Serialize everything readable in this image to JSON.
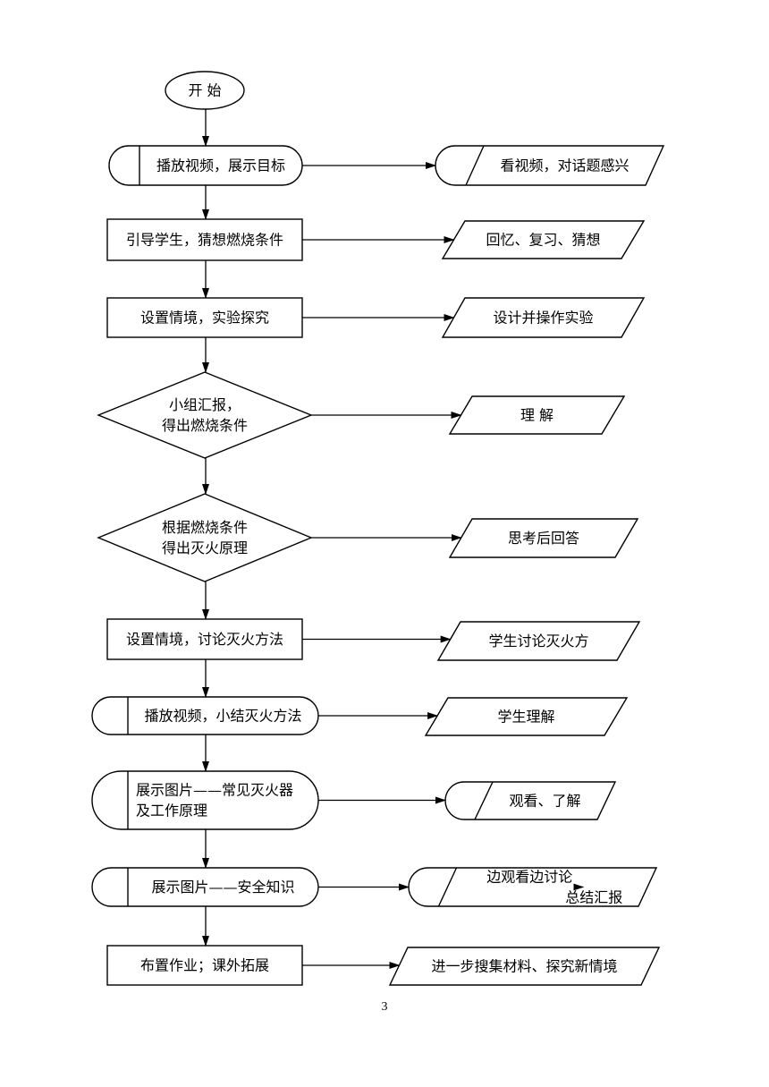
{
  "page_number": "3",
  "teacher_steps": [
    {
      "id": "start",
      "shape": "terminator",
      "lines": [
        "开 始"
      ]
    },
    {
      "id": "t1",
      "shape": "display",
      "lines": [
        "播放视频，展示目标"
      ]
    },
    {
      "id": "t2",
      "shape": "process",
      "lines": [
        "引导学生，猜想燃烧条件"
      ]
    },
    {
      "id": "t3",
      "shape": "process",
      "lines": [
        "设置情境，实验探究"
      ]
    },
    {
      "id": "t4",
      "shape": "decision",
      "lines": [
        "小组汇报，",
        "得出燃烧条件"
      ]
    },
    {
      "id": "t5",
      "shape": "decision",
      "lines": [
        "根据燃烧条件",
        "得出灭火原理"
      ]
    },
    {
      "id": "t6",
      "shape": "process",
      "lines": [
        "设置情境，讨论灭火方法"
      ]
    },
    {
      "id": "t7",
      "shape": "display",
      "lines": [
        "播放视频，小结灭火方法"
      ]
    },
    {
      "id": "t8",
      "shape": "display",
      "lines": [
        "展示图片——常见灭火器",
        "及工作原理"
      ]
    },
    {
      "id": "t9",
      "shape": "display",
      "lines": [
        "展示图片——安全知识"
      ]
    },
    {
      "id": "t10",
      "shape": "process",
      "lines": [
        "布置作业；课外拓展"
      ]
    }
  ],
  "student_steps": [
    {
      "id": "s1",
      "shape": "display",
      "lines": [
        "看视频，对话题感兴"
      ]
    },
    {
      "id": "s2",
      "shape": "data",
      "lines": [
        "回忆、复习、猜想"
      ]
    },
    {
      "id": "s3",
      "shape": "data",
      "lines": [
        "设计并操作实验"
      ]
    },
    {
      "id": "s4",
      "shape": "data",
      "lines": [
        "理 解"
      ]
    },
    {
      "id": "s5",
      "shape": "data",
      "lines": [
        "思考后回答"
      ]
    },
    {
      "id": "s6",
      "shape": "data",
      "lines": [
        "学生讨论灭火方"
      ]
    },
    {
      "id": "s7",
      "shape": "data",
      "lines": [
        "学生理解"
      ]
    },
    {
      "id": "s8",
      "shape": "display",
      "lines": [
        "观看、了解"
      ]
    },
    {
      "id": "s9",
      "shape": "display",
      "lines": [
        "边观看边讨论",
        "总结汇报"
      ]
    },
    {
      "id": "s10",
      "shape": "data",
      "lines": [
        "进一步搜集材料、探究新情境"
      ]
    }
  ],
  "colors": {
    "stroke": "#000000",
    "fill": "#ffffff",
    "text": "#000000"
  }
}
